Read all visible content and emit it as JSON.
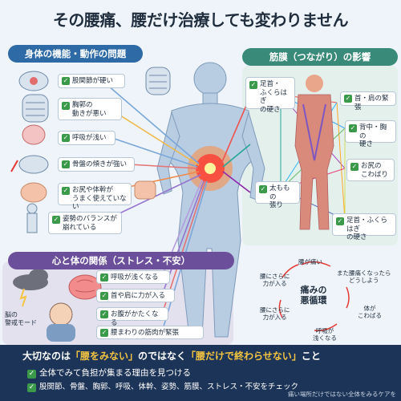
{
  "title": "その腰痛、腰だけ治療しても変わりません",
  "sections": {
    "body_function": "身体の機能・動作の問題",
    "fascia": "筋膜（つながり）の影響",
    "mind_body": "心と体の関係（ストレス・不安）"
  },
  "body_items": [
    "股関節が硬い",
    "胸郭の\n動きが悪い",
    "呼吸が浅い",
    "骨盤の傾きが強い",
    "お尻や体幹が\nうまく使えていない",
    "姿勢のバランスが\n崩れている"
  ],
  "fascia_items": [
    "足首・\nふくらはぎ\nの硬さ",
    "首・肩の緊張",
    "背中・胸の\n硬さ",
    "お尻の\nこわばり",
    "太ももの\n張り",
    "足首・ふくらはぎ\nの硬さ"
  ],
  "mind_items": [
    "呼吸が浅くなる",
    "首や肩に力が入る",
    "お腹がかたくなる",
    "腰まわりの筋肉が緊張"
  ],
  "brain_label": "脳の\n警戒モード",
  "cycle": {
    "center": "痛みの\n悪循環",
    "steps": [
      "腰が痛い",
      "また腰痛くなったら\nどうしよう",
      "体が\nこわばる",
      "呼吸が\n浅くなる",
      "腰にさらに\n力が入る",
      "腰にさらに\n力が入る"
    ]
  },
  "bottom": {
    "lead_pre": "大切なのは",
    "lead_hl1": "「腰をみない」",
    "lead_mid": "のではなく",
    "lead_hl2": "「腰だけで終わらせない」",
    "lead_post": "こと",
    "line1": "全体でみて負担が集まる理由を見つける",
    "line2": "股関節、骨盤、胸郭、呼吸、体幹、姿勢、筋膜、ストレス・不安をチェック",
    "note": "痛い場所だけではない全体をみるケアを"
  },
  "colors": {
    "accent": "#2e6aa6",
    "teal": "#3a8a7a",
    "purple": "#6b4f9a",
    "pain": "#e53935",
    "navy": "#1c3457",
    "check": "#3a9a4a"
  }
}
